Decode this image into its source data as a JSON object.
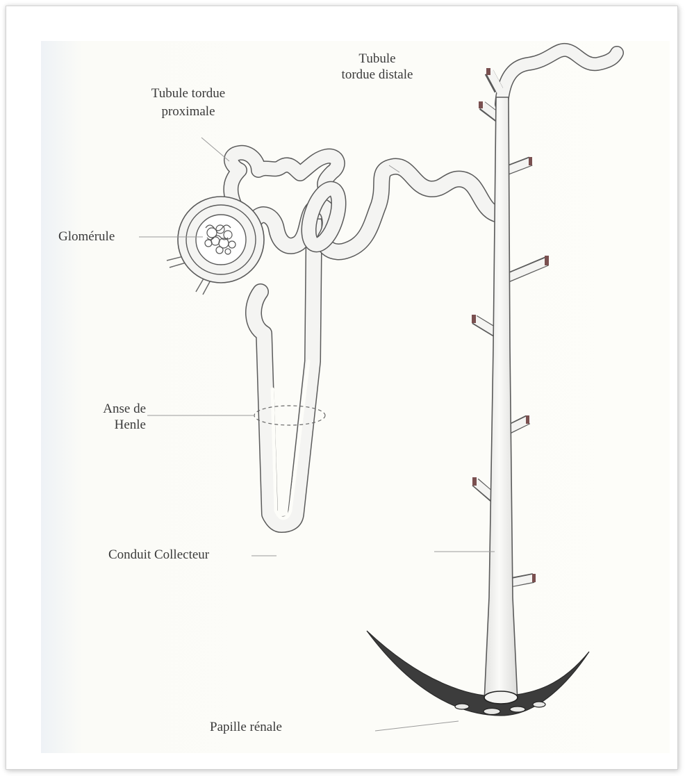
{
  "labels": {
    "distal_1": "Tubule",
    "distal_2": "tordue distale",
    "proximal_1": "Tubule tordue",
    "proximal_2": "proximale",
    "glomerule": "Glomérule",
    "henle_1": "Anse de",
    "henle_2": "Henle",
    "collecteur": "Conduit Collecteur",
    "papille": "Papille rénale"
  },
  "colors": {
    "ink": "#5a5a5a",
    "tube_fill": "#f4f4f2",
    "label": "#3a3a3a"
  }
}
